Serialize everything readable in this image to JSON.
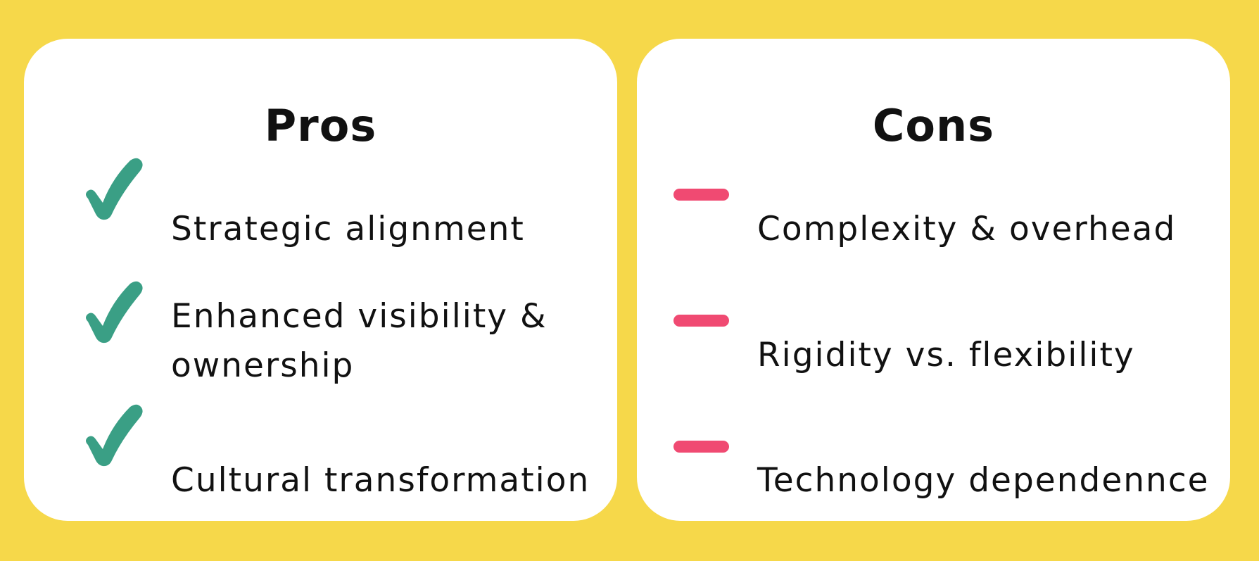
{
  "colors": {
    "background": "#F6D84A",
    "card": "#FFFFFF",
    "check": "#3A9F85",
    "dash": "#F04A72",
    "text": "#111111"
  },
  "pros": {
    "title": "Pros",
    "icon": "check-icon",
    "items": [
      {
        "lines": [
          "Strategic alignment"
        ]
      },
      {
        "lines": [
          "Enhanced visibility &",
          "ownership"
        ]
      },
      {
        "lines": [
          "Cultural transformation"
        ]
      }
    ]
  },
  "cons": {
    "title": "Cons",
    "icon": "dash-icon",
    "items": [
      {
        "lines": [
          "Complexity & overhead"
        ]
      },
      {
        "lines": [
          "Rigidity vs. flexibility"
        ]
      },
      {
        "lines": [
          "Technology dependennce"
        ]
      }
    ]
  }
}
